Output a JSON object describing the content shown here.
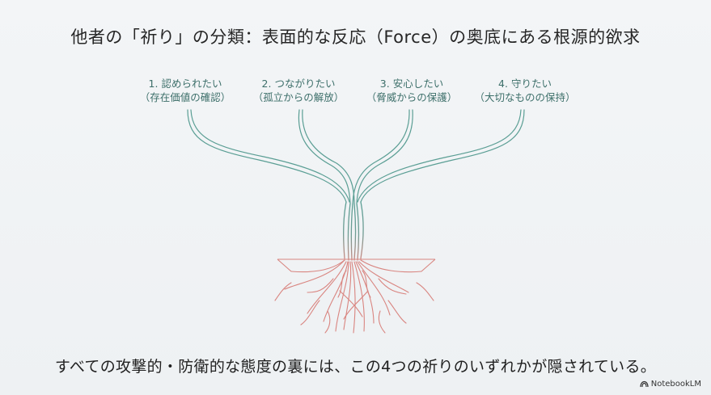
{
  "title": "他者の「祈り」の分類：表面的な反応（Force）の奥底にある根源的欲求",
  "desires": [
    {
      "main": "1. 認められたい",
      "sub": "（存在価値の確認）"
    },
    {
      "main": "2. つながりたい",
      "sub": "（孤立からの解放）"
    },
    {
      "main": "3. 安心したい",
      "sub": "（脅威からの保護）"
    },
    {
      "main": "4. 守りたい",
      "sub": "（大切なものの保持）"
    }
  ],
  "tagline": "すべての攻撃的・防衛的な態度の裏には、この4つの祈りのいずれかが隠されている。",
  "brand": {
    "label": "NotebookLM",
    "icon": "notebooklm-logo-icon"
  },
  "colors": {
    "branch": "#5a9e94",
    "root": "#d98580",
    "trunk_mix": "#9a8f86",
    "background": "#f1f3f5"
  }
}
